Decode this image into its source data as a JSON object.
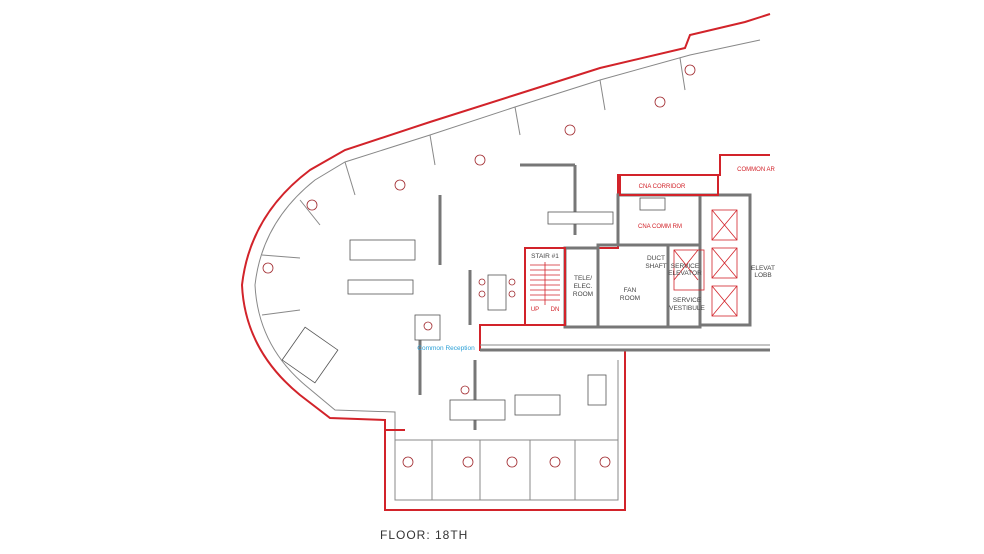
{
  "plan": {
    "caption": "FLOOR:  18TH",
    "rooms": {
      "common_area": "COMMON AR",
      "cna_corridor": "CNA CORRIDOR",
      "cna_comm_rm": "CNA COMM RM",
      "duct_shaft_1": "DUCT",
      "duct_shaft_2": "SHAFT",
      "service_elevator_1": "SERVICE",
      "service_elevator_2": "ELEVATOR",
      "service_vestibule_1": "SERVICE",
      "service_vestibule_2": "VESTIBULE",
      "elevator_lobby_1": "ELEVAT",
      "elevator_lobby_2": "LOBB",
      "fan_room_1": "FAN",
      "fan_room_2": "ROOM",
      "tele_elec_1": "TELE/",
      "tele_elec_2": "ELEC.",
      "tele_elec_3": "ROOM",
      "stair": "STAIR #1",
      "stair_up": "UP",
      "stair_dn": "DN",
      "common_reception": "Common Reception"
    },
    "colors": {
      "wall": "#777777",
      "highlight": "#d2232a",
      "reception_label": "#2a9fd6"
    }
  }
}
